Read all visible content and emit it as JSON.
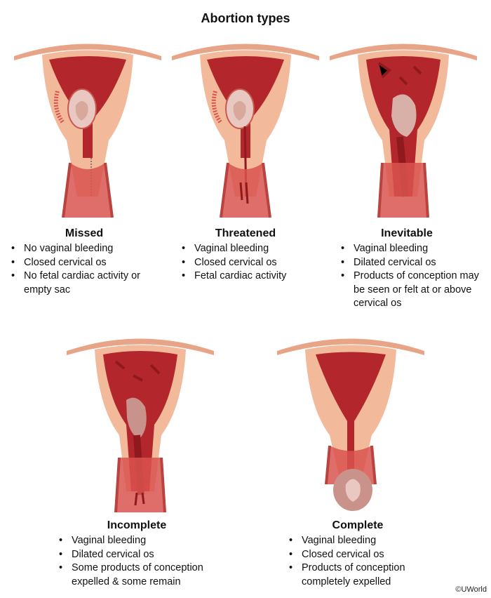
{
  "title": "Abortion types",
  "copyright": "©UWorld",
  "panels": [
    {
      "heading": "Missed",
      "bullets": [
        "No vaginal bleeding",
        "Closed cervical os",
        "No fetal cardiac activity or empty sac"
      ]
    },
    {
      "heading": "Threatened",
      "bullets": [
        "Vaginal bleeding",
        "Closed cervical os",
        "Fetal cardiac activity"
      ]
    },
    {
      "heading": "Inevitable",
      "bullets": [
        "Vaginal bleeding",
        "Dilated cervical os",
        "Products of conception may be seen or felt at or above cervical os"
      ]
    },
    {
      "heading": "Incomplete",
      "bullets": [
        "Vaginal bleeding",
        "Dilated cervical os",
        "Some products of conception expelled & some remain"
      ]
    },
    {
      "heading": "Complete",
      "bullets": [
        "Vaginal bleeding",
        "Closed cervical os",
        "Products of conception completely expelled"
      ]
    }
  ],
  "colors": {
    "tissue": "#f2b99a",
    "tissue_dark": "#e09a7a",
    "cavity": "#b3262c",
    "blood": "#8e1a1e",
    "vagina": "#d9534f",
    "fetus": "#e8c8c0"
  }
}
